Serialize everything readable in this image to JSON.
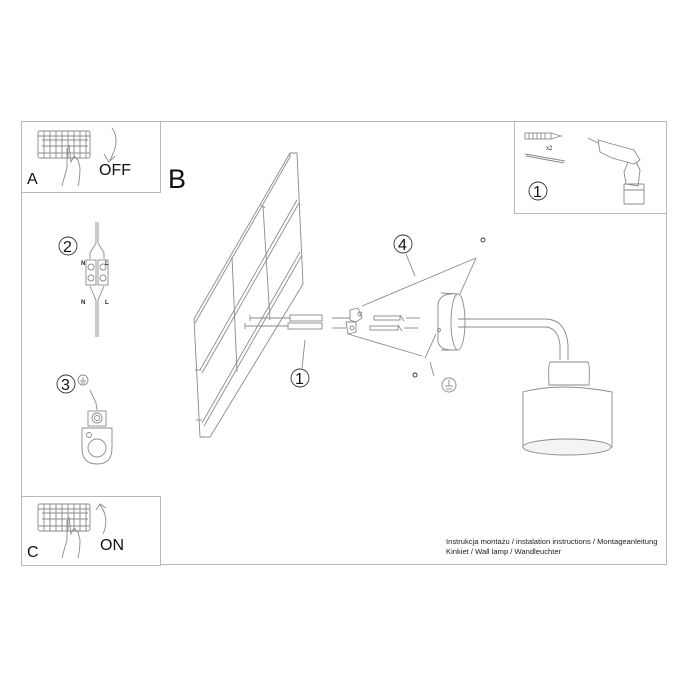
{
  "panels": {
    "a": {
      "letter": "A",
      "action": "OFF"
    },
    "b": {
      "letter": "B"
    },
    "c": {
      "letter": "C",
      "action": "ON"
    }
  },
  "steps": {
    "tools": {
      "number": "1",
      "quantity": "x2"
    },
    "wiring": {
      "number": "2",
      "terminal_labels": [
        "N",
        "L",
        "N",
        "L"
      ]
    },
    "earth": {
      "number": "3",
      "symbol": "earth-ground"
    },
    "wall_plugs": {
      "number": "1"
    },
    "mount": {
      "number": "4"
    }
  },
  "caption": {
    "line1": "Instrukcja montażu / instalation instructions / Montageanleitung",
    "line2": "Kinkiet / Wall lamp / Wandleuchter"
  },
  "colors": {
    "line": "#8a8a8a",
    "frame": "#b9b9b9",
    "text": "#111111"
  }
}
